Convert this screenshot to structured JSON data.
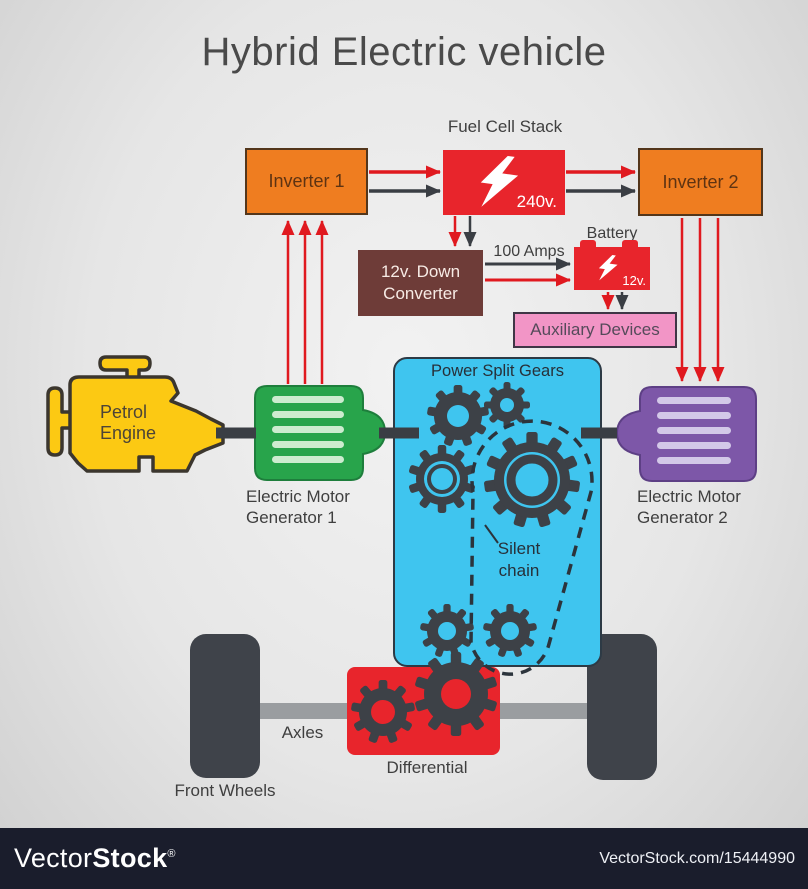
{
  "title": "Hybrid Electric vehicle",
  "diagram": {
    "fuel_cell": {
      "label": "Fuel Cell Stack",
      "voltage": "240v."
    },
    "inverter1": {
      "label": "Inverter 1"
    },
    "inverter2": {
      "label": "Inverter 2"
    },
    "down_converter": {
      "label_line1": "12v. Down",
      "label_line2": "Converter"
    },
    "amps_label": "100 Amps",
    "battery": {
      "label": "Battery",
      "voltage": "12v."
    },
    "auxiliary": {
      "label": "Auxiliary Devices"
    },
    "power_split": {
      "label": "Power Split Gears"
    },
    "silent_chain": {
      "label_line1": "Silent",
      "label_line2": "chain"
    },
    "engine": {
      "label_line1": "Petrol",
      "label_line2": "Engine"
    },
    "motor1": {
      "label_line1": "Electric Motor",
      "label_line2": "Generator 1"
    },
    "motor2": {
      "label_line1": "Electric Motor",
      "label_line2": "Generator 2"
    },
    "axles_label": "Axles",
    "differential_label": "Differential",
    "front_wheels_label": "Front Wheels"
  },
  "icons": {
    "fuel_cell_bolt": "lightning-bolt",
    "battery_bolt": "lightning-bolt",
    "gears": "gear",
    "chain": "dashed-chain-loop"
  },
  "colors": {
    "box_red": "#e8252c",
    "box_orange": "#ef7d20",
    "box_brown": "#6e3c38",
    "box_pink": "#f295c6",
    "box_cyan": "#3fc5ef",
    "motor_green": "#28a44b",
    "motor_purple": "#7d57a8",
    "engine_yellow": "#fcc913",
    "gear_dark": "#3d4147",
    "arrow_red": "#e0191f",
    "arrow_black": "#3a3e44",
    "axle_gray": "#9a9da0",
    "watermark_bg": "#1a1d2c"
  },
  "watermark": {
    "brand_light": "Vector",
    "brand_bold": "Stock",
    "registered": "®",
    "url": "VectorStock.com/15444990"
  }
}
